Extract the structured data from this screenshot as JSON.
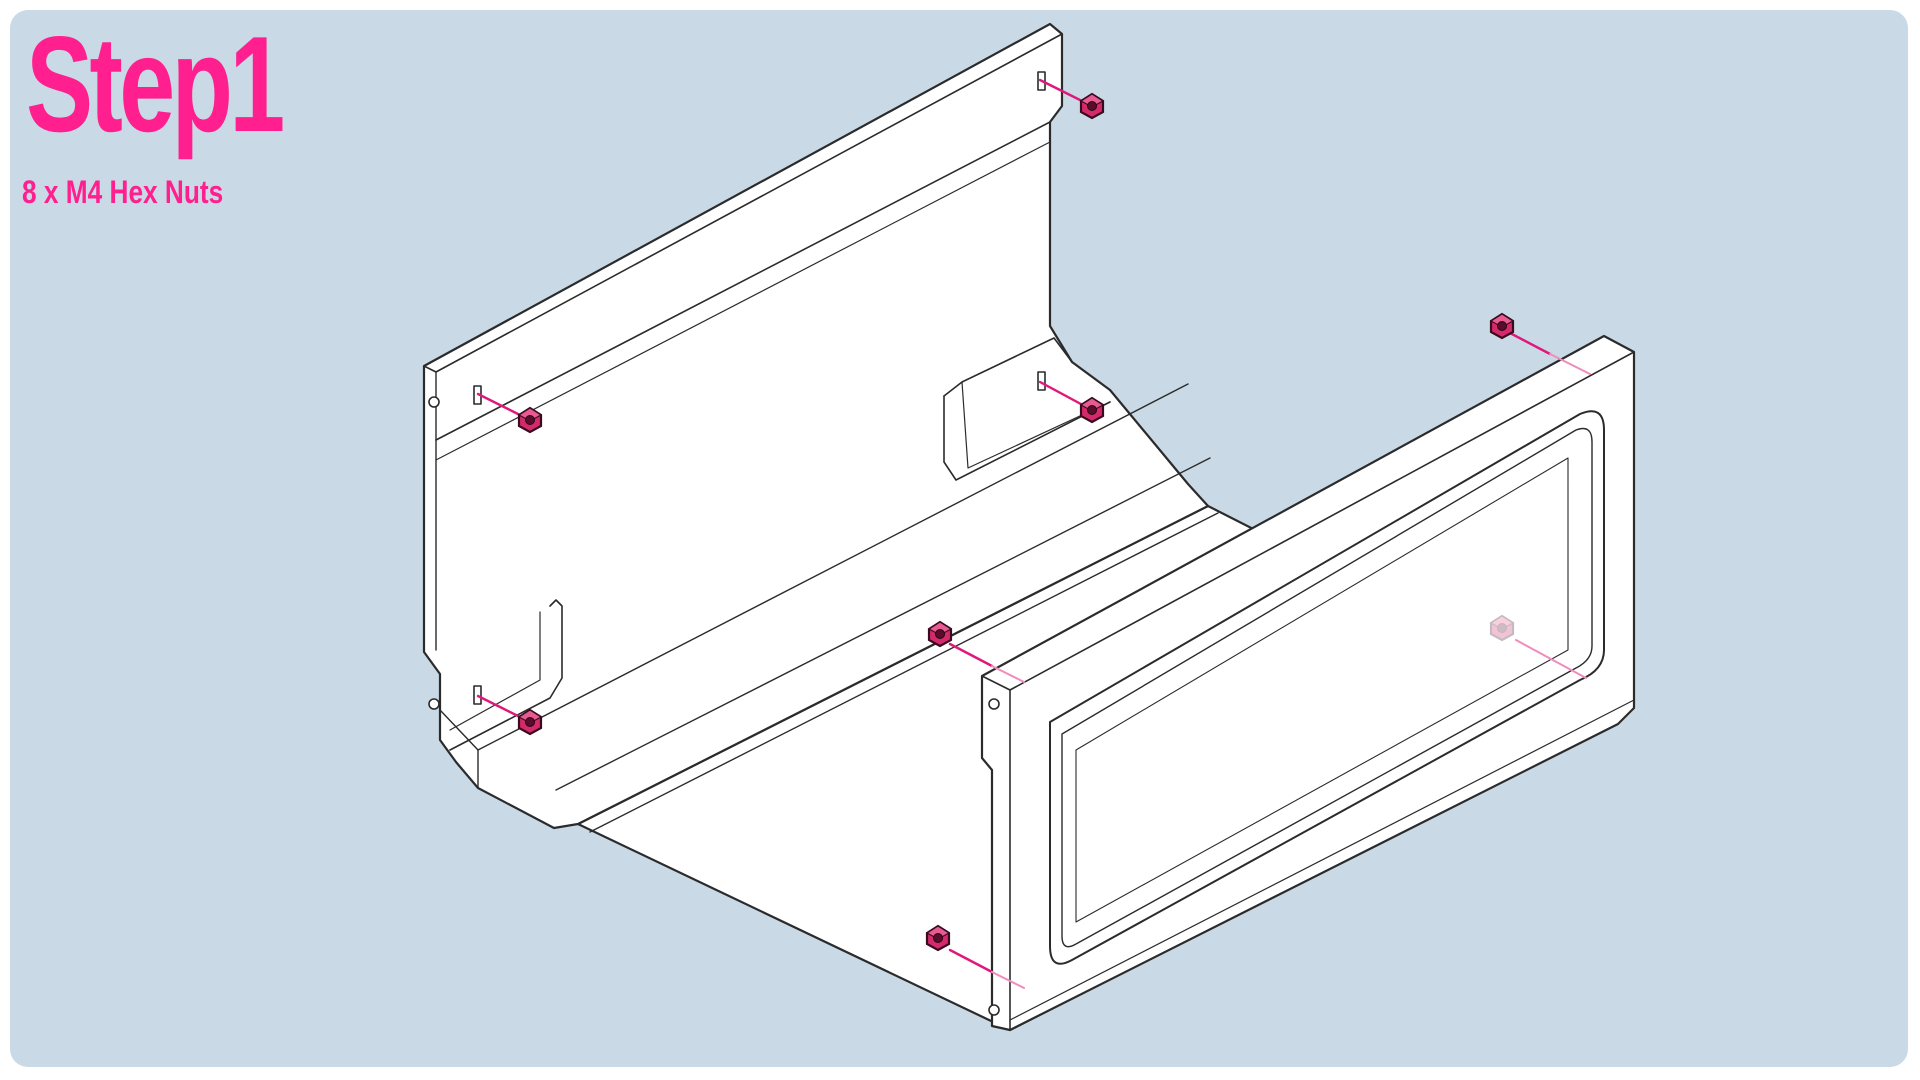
{
  "instruction": {
    "step_title": "Step1",
    "parts_note": "8 x M4 Hex Nuts"
  },
  "hardware": {
    "part": "M4 hex nut",
    "quantity": 8,
    "visible_on_drawing": 8,
    "hidden_behind_panel": 1
  },
  "colors": {
    "background": "#c9dae6",
    "accent": "#ff1f8e",
    "nut_fill": "#d42a6c",
    "line_art": "#2b2b2b",
    "part_fill": "#ffffff"
  },
  "icons": [
    "hex-nut-icon"
  ]
}
